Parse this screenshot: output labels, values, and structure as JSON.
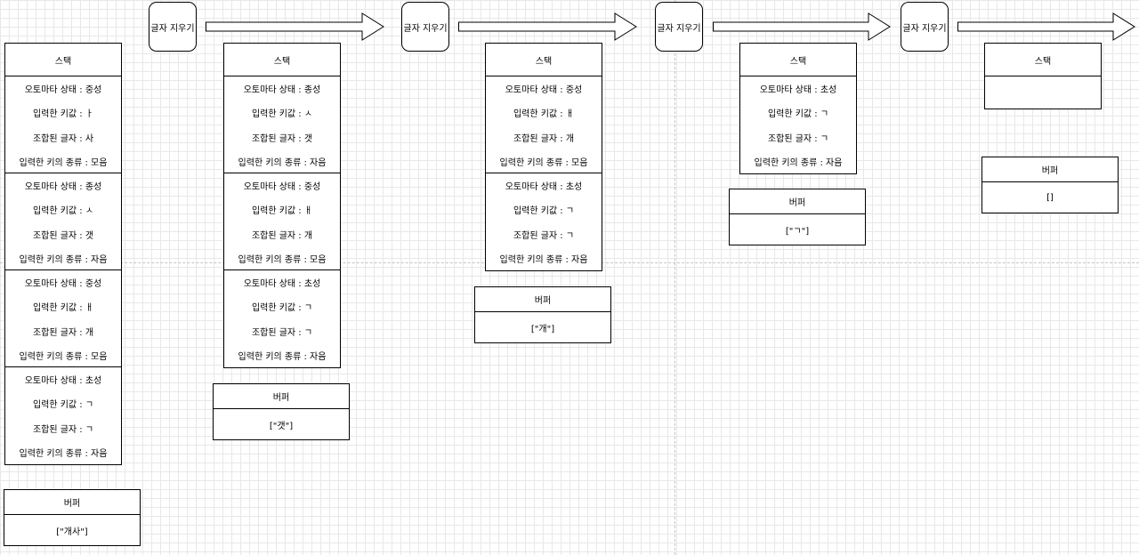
{
  "action_label": "글자 지우기",
  "stack_label": "스택",
  "buffer_label": "버퍼",
  "stages": [
    {
      "stack": [
        {
          "state": "오토마타 상태 : 중성",
          "key": "입력한 키값 : ㅏ",
          "composed": "조합된 글자 : 사",
          "type": "입력한 키의 종류 : 모음"
        },
        {
          "state": "오토마타 상태 : 종성",
          "key": "입력한 키값 : ㅅ",
          "composed": "조합된 글자 : 갯",
          "type": "입력한 키의 종류 : 자음"
        },
        {
          "state": "오토마타 상태 : 중성",
          "key": "입력한 키값 : ㅐ",
          "composed": "조합된 글자 : 개",
          "type": "입력한 키의 종류 : 모음"
        },
        {
          "state": "오토마타 상태 : 초성",
          "key": "입력한 키값 : ㄱ",
          "composed": "조합된 글자 : ㄱ",
          "type": "입력한 키의 종류 : 자음"
        }
      ],
      "buffer": "[\"개사\"]"
    },
    {
      "stack": [
        {
          "state": "오토마타 상태 : 종성",
          "key": "입력한 키값 : ㅅ",
          "composed": "조합된 글자 : 갯",
          "type": "입력한 키의 종류 : 자음"
        },
        {
          "state": "오토마타 상태 : 중성",
          "key": "입력한 키값 : ㅐ",
          "composed": "조합된 글자 : 개",
          "type": "입력한 키의 종류 : 모음"
        },
        {
          "state": "오토마타 상태 : 초성",
          "key": "입력한 키값 : ㄱ",
          "composed": "조합된 글자 : ㄱ",
          "type": "입력한 키의 종류 : 자음"
        }
      ],
      "buffer": "[\"갯\"]"
    },
    {
      "stack": [
        {
          "state": "오토마타 상태 : 중성",
          "key": "입력한 키값 : ㅐ",
          "composed": "조합된 글자 : 개",
          "type": "입력한 키의 종류 : 모음"
        },
        {
          "state": "오토마타 상태 : 초성",
          "key": "입력한 키값 : ㄱ",
          "composed": "조합된 글자 : ㄱ",
          "type": "입력한 키의 종류 : 자음"
        }
      ],
      "buffer": "[\"개\"]"
    },
    {
      "stack": [
        {
          "state": "오토마타 상태 : 초성",
          "key": "입력한 키값 : ㄱ",
          "composed": "조합된 글자 : ㄱ",
          "type": "입력한 키의 종류 : 자음"
        }
      ],
      "buffer": "[\"ㄱ\"]"
    },
    {
      "stack": [],
      "buffer": "[]"
    }
  ]
}
